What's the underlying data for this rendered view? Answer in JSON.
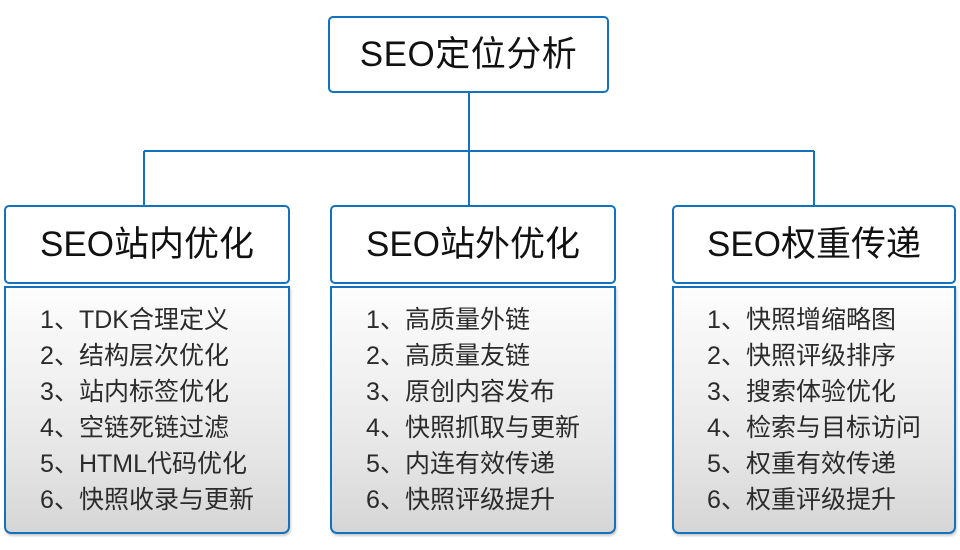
{
  "diagram": {
    "root": {
      "label": "SEO定位分析"
    },
    "branches": [
      {
        "title": "SEO站内优化",
        "items": [
          "1、TDK合理定义",
          "2、结构层次优化",
          "3、站内标签优化",
          "4、空链死链过滤",
          "5、HTML代码优化",
          "6、快照收录与更新"
        ]
      },
      {
        "title": "SEO站外优化",
        "items": [
          "1、高质量外链",
          "2、高质量友链",
          "3、原创内容发布",
          "4、快照抓取与更新",
          "5、内连有效传递",
          "6、快照评级提升"
        ]
      },
      {
        "title": "SEO权重传递",
        "items": [
          "1、快照增缩略图",
          "2、快照评级排序",
          "3、搜索体验优化",
          "4、检索与目标访问",
          "5、权重有效传递",
          "6、权重评级提升"
        ]
      }
    ],
    "colors": {
      "connector": "#1272bd",
      "border": "#1272bd",
      "header_fill": "#ffffff",
      "body_fill_top": "#fdfdfd",
      "body_fill_bottom": "#d6d6d6",
      "text": "#111111"
    }
  }
}
